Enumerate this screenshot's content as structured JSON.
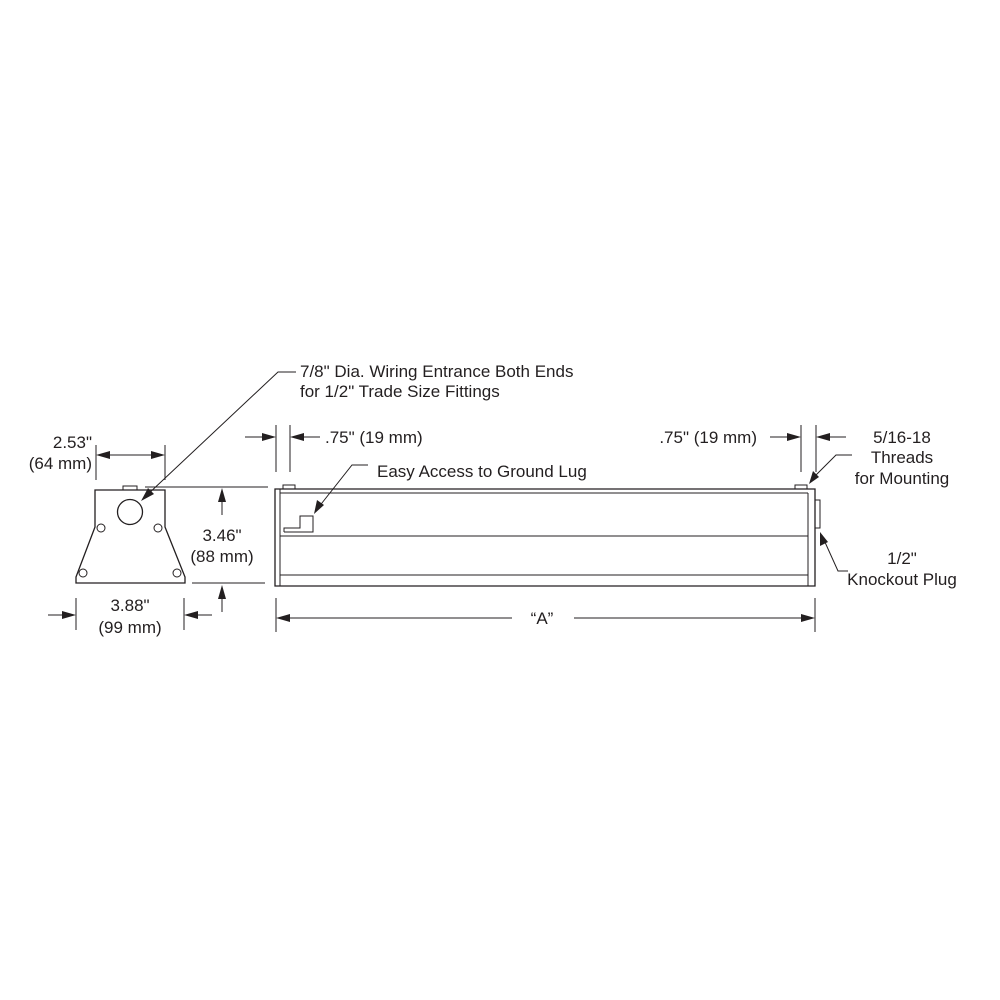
{
  "labels": {
    "wiring_line1": "7/8\" Dia. Wiring Entrance Both Ends",
    "wiring_line2": "for 1/2\" Trade Size Fittings",
    "width_top_in": "2.53\"",
    "width_top_mm": "(64 mm)",
    "height_in": "3.46\"",
    "height_mm": "(88 mm)",
    "width_bottom_in": "3.88\"",
    "width_bottom_mm": "(99 mm)",
    "left_offset": ".75\" (19 mm)",
    "right_offset": ".75\" (19 mm)",
    "ground_lug": "Easy Access to Ground Lug",
    "threads_line1": "5/16-18",
    "threads_line2": "Threads",
    "threads_line3": "for Mounting",
    "knockout_line1": "1/2\"",
    "knockout_line2": "Knockout Plug",
    "length": "“A”"
  }
}
